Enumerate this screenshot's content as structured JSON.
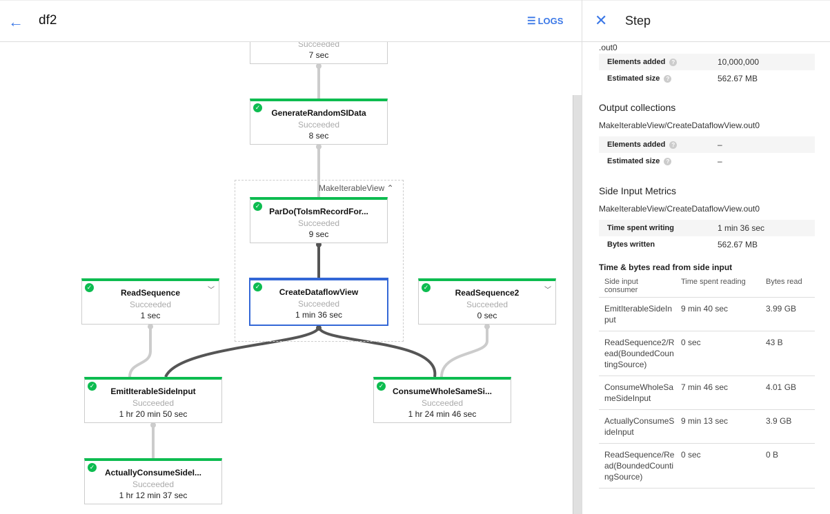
{
  "header": {
    "title": "df2",
    "logs_label": "LOGS"
  },
  "graph": {
    "group_label": "MakeIterableView",
    "nodes": [
      {
        "name": "",
        "status": "Succeeded",
        "time": "7 sec"
      },
      {
        "name": "GenerateRandomSIData",
        "status": "Succeeded",
        "time": "8 sec"
      },
      {
        "name": "ParDo(ToIsmRecordFor...",
        "status": "Succeeded",
        "time": "9 sec"
      },
      {
        "name": "CreateDataflowView",
        "status": "Succeeded",
        "time": "1 min 36 sec"
      },
      {
        "name": "ReadSequence",
        "status": "Succeeded",
        "time": "1 sec"
      },
      {
        "name": "ReadSequence2",
        "status": "Succeeded",
        "time": "0 sec"
      },
      {
        "name": "EmitIterableSideInput",
        "status": "Succeeded",
        "time": "1 hr 20 min 50 sec"
      },
      {
        "name": "ConsumeWholeSameSi...",
        "status": "Succeeded",
        "time": "1 hr 24 min 46 sec"
      },
      {
        "name": "ActuallyConsumeSideI...",
        "status": "Succeeded",
        "time": "1 hr 12 min 37 sec"
      }
    ],
    "colors": {
      "success": "#0dbc50",
      "selected": "#3367d6"
    }
  },
  "panel": {
    "title": "Step",
    "input_tail": ".out0",
    "input_metrics": [
      {
        "label": "Elements added",
        "value": "10,000,000"
      },
      {
        "label": "Estimated size",
        "value": "562.67 MB"
      }
    ],
    "output_title": "Output collections",
    "output_collection": "MakeIterableView/CreateDataflowView.out0",
    "output_metrics": [
      {
        "label": "Elements added",
        "value": "–"
      },
      {
        "label": "Estimated size",
        "value": "–"
      }
    ],
    "side_title": "Side Input Metrics",
    "side_collection": "MakeIterableView/CreateDataflowView.out0",
    "side_metrics": [
      {
        "label": "Time spent writing",
        "value": "1 min 36 sec"
      },
      {
        "label": "Bytes written",
        "value": "562.67 MB"
      }
    ],
    "read_title": "Time & bytes read from side input",
    "read_headers": [
      "Side input consumer",
      "Time spent reading",
      "Bytes read"
    ],
    "read_rows": [
      [
        "EmitIterableSideInput",
        "9 min 40 sec",
        "3.99 GB"
      ],
      [
        "ReadSequence2/Read(BoundedCountingSource)",
        "0 sec",
        "43 B"
      ],
      [
        "ConsumeWholeSameSideInput",
        "7 min 46 sec",
        "4.01 GB"
      ],
      [
        "ActuallyConsumeSideInput",
        "9 min 13 sec",
        "3.9 GB"
      ],
      [
        "ReadSequence/Read(BoundedCountingSource)",
        "0 sec",
        "0 B"
      ]
    ]
  }
}
